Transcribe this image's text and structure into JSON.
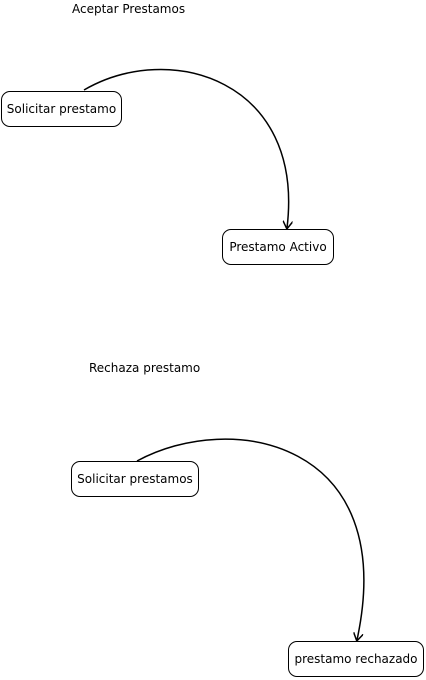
{
  "diagrams": [
    {
      "title": "Aceptar Prestamos",
      "from_state": "Solicitar prestamo",
      "to_state": "Prestamo Activo"
    },
    {
      "title": "Rechaza prestamo",
      "from_state": "Solicitar prestamos",
      "to_state": "prestamo rechazado"
    }
  ],
  "colors": {
    "stroke": "#000000",
    "background": "#ffffff"
  }
}
